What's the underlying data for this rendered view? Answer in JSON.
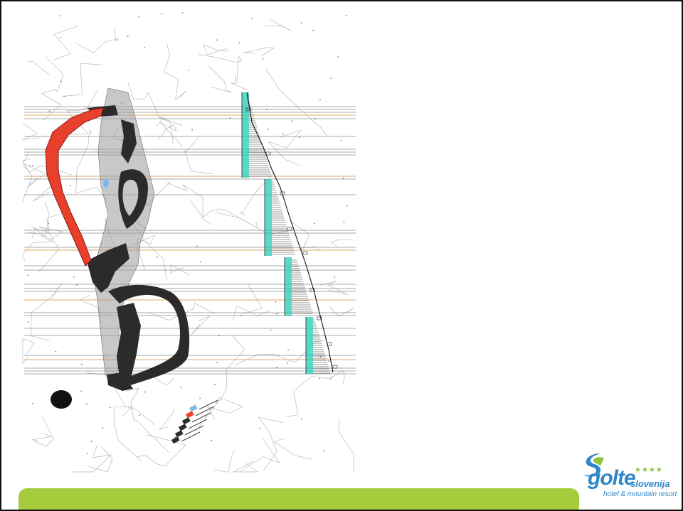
{
  "colors": {
    "frame": "#111111",
    "terrain_line": "#b9b9b9",
    "contour_dark": "#7a7a7a",
    "slope_existing": "#2b2b2b",
    "slope_planned_red": "#e8402c",
    "lift_line_orange": "#e3a96a",
    "profile_teal": "#27c9b4",
    "water_blue": "#7fb8ea",
    "green_bar": "#a6cc3d",
    "logo_blue": "#2f86c8",
    "logo_green": "#8cc63f"
  },
  "legend": {
    "swatches": [
      "water-blue",
      "slope-red",
      "slope-dark",
      "slope-dark",
      "slope-dark",
      "slope-dark"
    ]
  },
  "logo": {
    "word": "golte",
    "country": "slovenija",
    "stars": "★★★★",
    "tagline": "hotel & mountain resort",
    "icon": "swirl-icon"
  }
}
